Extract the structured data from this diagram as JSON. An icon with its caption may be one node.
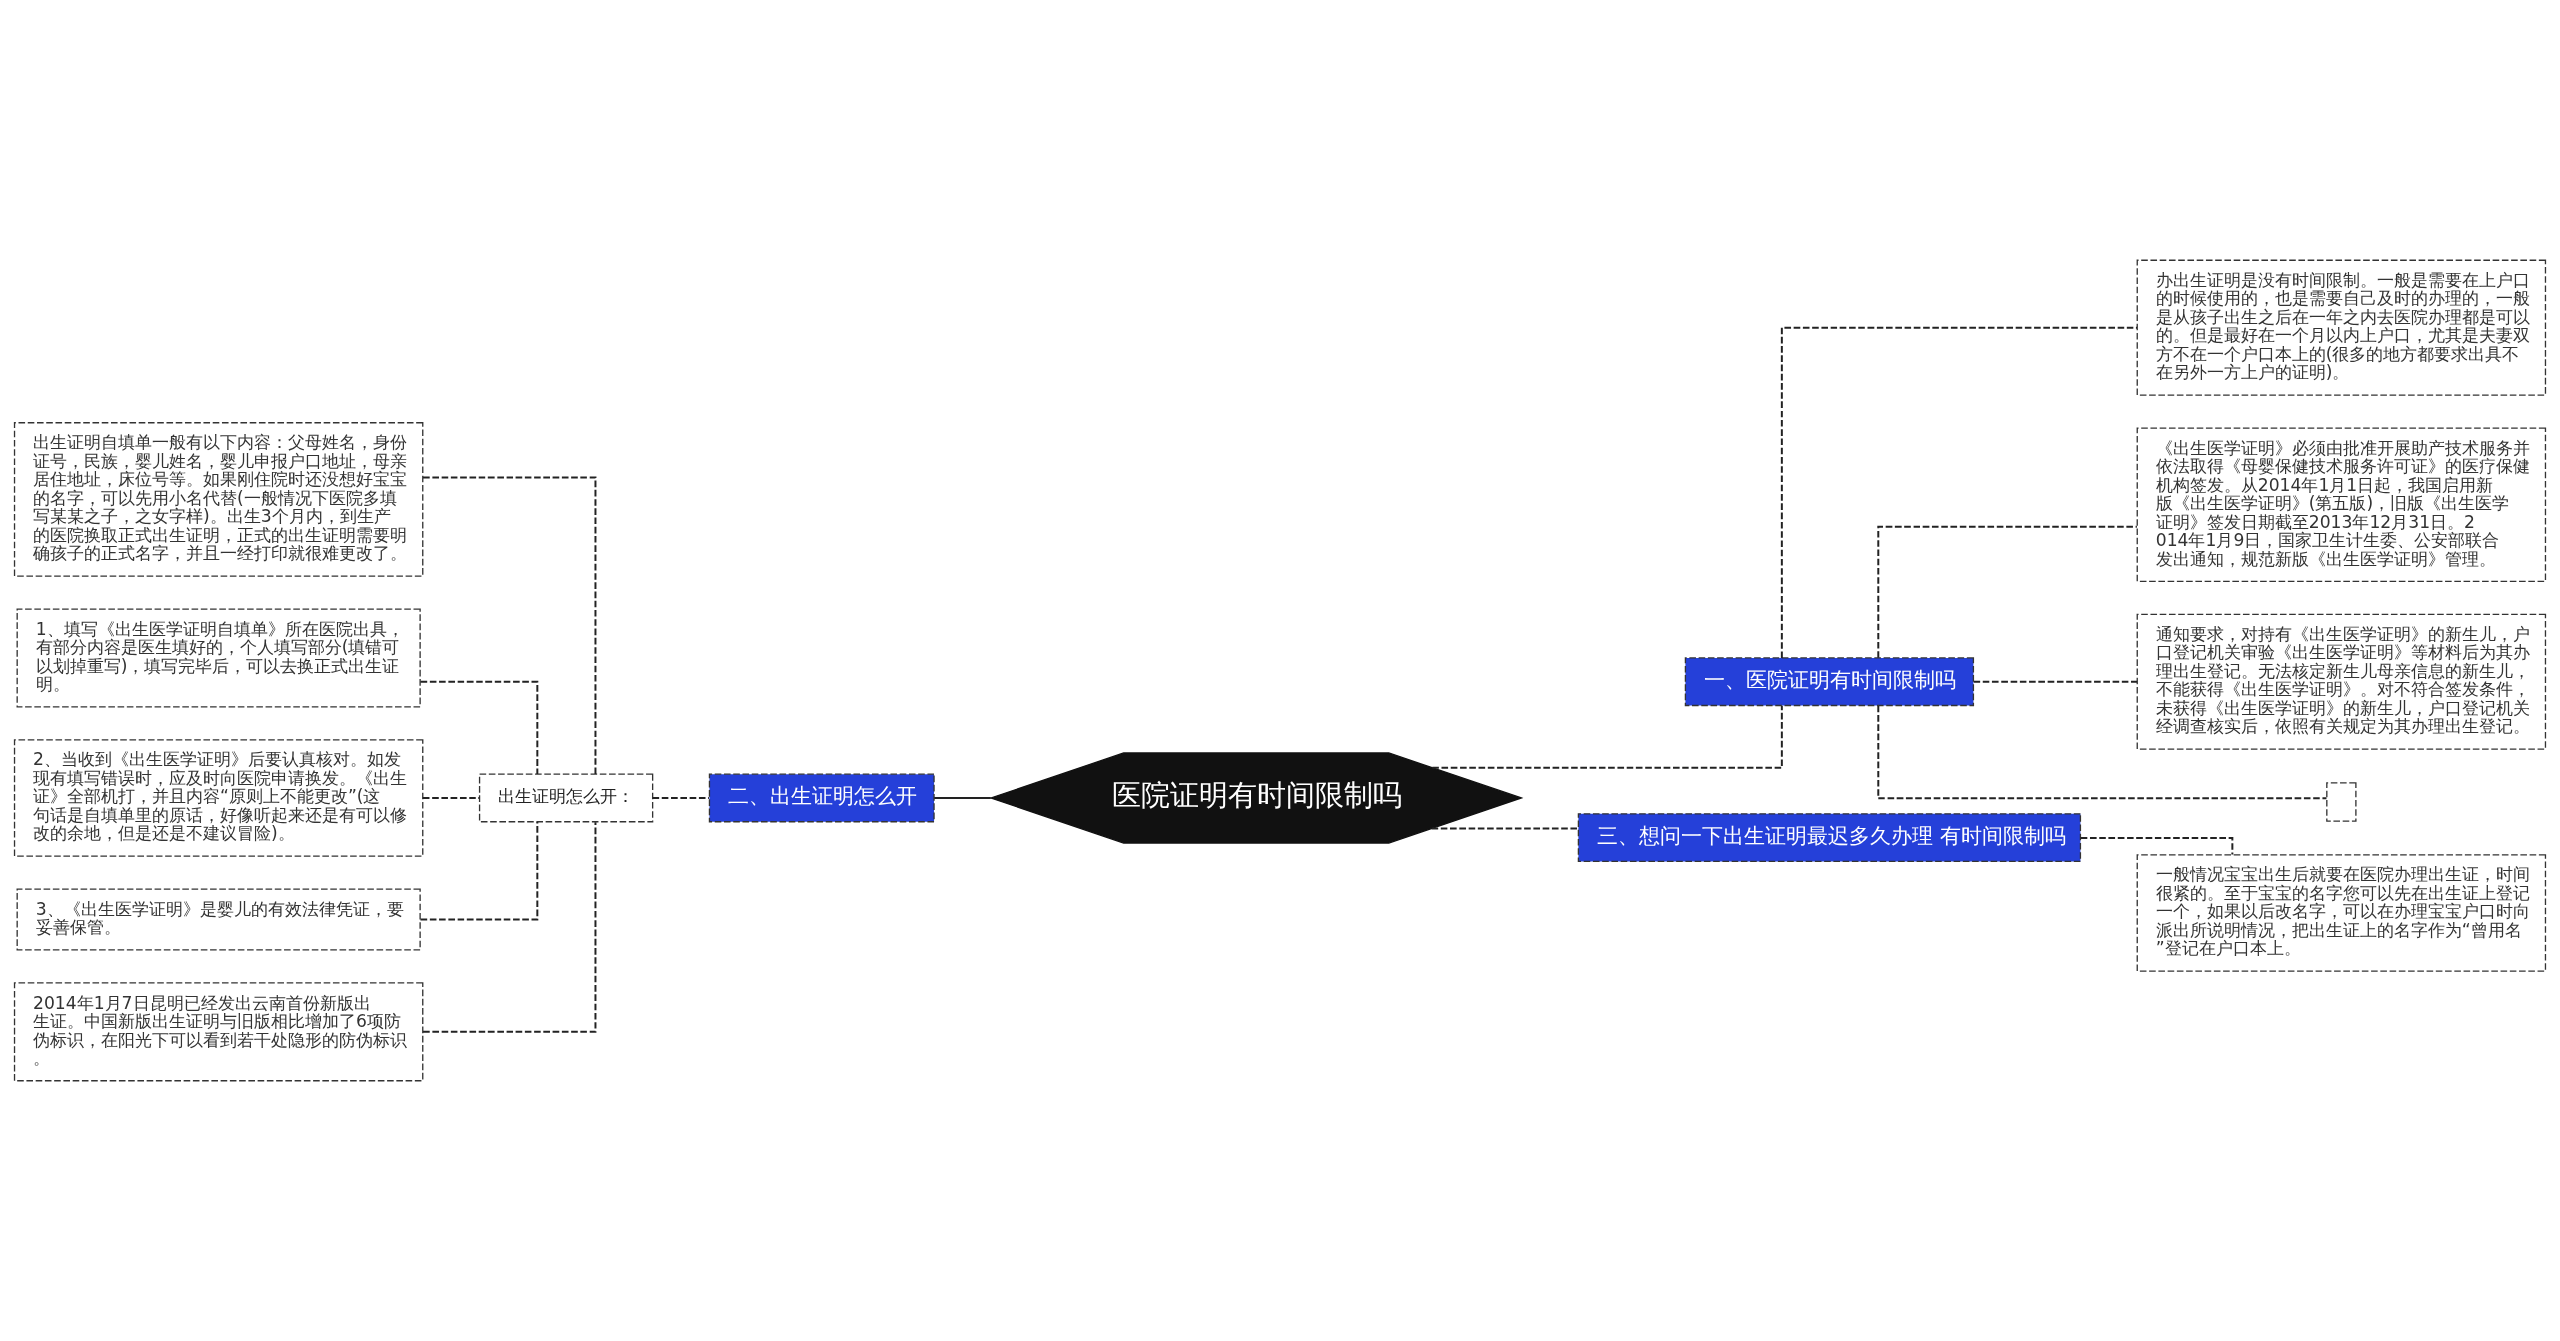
{
  "diagram": {
    "nodes": [
      {
        "text": [
          "医院证明有时间限制吗"
        ]
      },
      {
        "text": [
          "一、医院证明有时间限制吗"
        ]
      },
      {
        "text": [
          "办出生证明是没有时间限制。一般是需要在上户口的时候使用的，也是需要自己及时的办理的，一般是从孩子出生之后在一年之内去医院办理都是可以的。但是最好在一个月以内上户口，尤其是夫妻双方不在一个户口本上的(很多的地方都要求出具不在另外一方上户的证明)。"
        ]
      },
      {
        "text": [
          "《出生医学证明》必须由批准开展助产技术服务并依法取得《母婴保健技术服务许可证》的医疗保健机构签发。从2014年1月1日起，我国启用新版《出生医学证明》(第五版)，旧版《出生医学证明》签发日期截至2013年12月31日。2014年1月9日，国家卫生计生委、公安部联合发出通知，规范新版《出生医学证明》管理。"
        ]
      },
      {
        "text": [
          "通知要求，对持有《出生医学证明》的新生儿，户口登记机关审验《出生医学证明》等材料后为其办理出生登记。无法核定新生儿母亲信息的新生儿，不能获得《出生医学证明》。对不符合签发条件，未获得《出生医学证明》的新生儿，户口登记机关经调查核实后，依照有关规定为其办理出生登记。"
        ]
      },
      {
        "text": [],
        "shape": "box"
      },
      {
        "text": [
          "三、想问一下出生证明最迟多久办理 有时间限制吗"
        ]
      },
      {
        "text": [
          "一般情况宝宝出生后就要在医院办理出生证，时间很紧的。至于宝宝的名字您可以先在出生证上登记一个，如果以后改名字，可以在办理宝宝户口时向派出所说明情况，把出生证上的名字作为“曾用名”登记在户口本上。"
        ]
      },
      {
        "text": [
          "二、出生证明怎么开"
        ]
      },
      {
        "text": [
          "出生证明怎么开："
        ]
      },
      {
        "text": [
          "出生证明自填单一般有以下内容：父母姓名，身份证号，民族，婴儿姓名，婴儿申报户口地址，母亲居住地址，床位号等。如果刚住院时还没想好宝宝的名字，可以先用小名代替(一般情况下医院多填写某某之子，之女字样)。出生3个月内，到生产的医院换取正式出生证明，正式的出生证明需要明确孩子的正式名字，并且一经打印就很难更改了。"
        ]
      },
      {
        "text": [
          "1、填写《出生医学证明自填单》所在医院出具，有部分内容是医生填好的，个人填写部分(填错可以划掉重写)，填写完毕后，可以去换正式出生证明。"
        ]
      },
      {
        "text": [
          "2、当收到《出生医学证明》后要认真核对。如发现有填写错误时，应及时向医院申请换发。《出生证》全部机打，并且内容“原则上不能更改”(这句话是自填单里的原话，好像听起来还是有可以修改的余地，但是还是不建议冒险)。"
        ]
      },
      {
        "text": [
          "3、《出生医学证明》是婴儿的有效法律凭证，要妥善保管。"
        ]
      },
      {
        "text": [
          "2014年1月7日昆明已经发出云南首份新版出生证。中国新版出生证明与旧版相比增加了6项防伪标识，在阳光下可以看到若干处隐形的防伪标识。"
        ]
      }
    ],
    "edges": [
      {
        "from": 0,
        "to": 1,
        "arrow": "none",
        "style": "dashed"
      },
      {
        "from": 1,
        "to": 2,
        "arrow": "none",
        "style": "dashed"
      },
      {
        "from": 1,
        "to": 3,
        "arrow": "none",
        "style": "dashed"
      },
      {
        "from": 1,
        "to": 4,
        "arrow": "none",
        "style": "dashed"
      },
      {
        "from": 1,
        "to": 5,
        "arrow": "none",
        "style": "dashed"
      },
      {
        "from": 0,
        "to": 6,
        "arrow": "none",
        "style": "dashed"
      },
      {
        "from": 6,
        "to": 7,
        "arrow": "none",
        "style": "dashed"
      },
      {
        "from": 0,
        "to": 8,
        "arrow": "none"
      },
      {
        "from": 8,
        "to": 9,
        "arrow": "none",
        "style": "dashed"
      },
      {
        "from": 9,
        "to": 10,
        "arrow": "none",
        "style": "dashed"
      },
      {
        "from": 9,
        "to": 11,
        "arrow": "none",
        "style": "dashed"
      },
      {
        "from": 9,
        "to": 12,
        "arrow": "none",
        "style": "dashed"
      },
      {
        "from": 9,
        "to": 13,
        "arrow": "none",
        "style": "dashed"
      },
      {
        "from": 9,
        "to": 14,
        "arrow": "none",
        "style": "dashed"
      }
    ]
  }
}
